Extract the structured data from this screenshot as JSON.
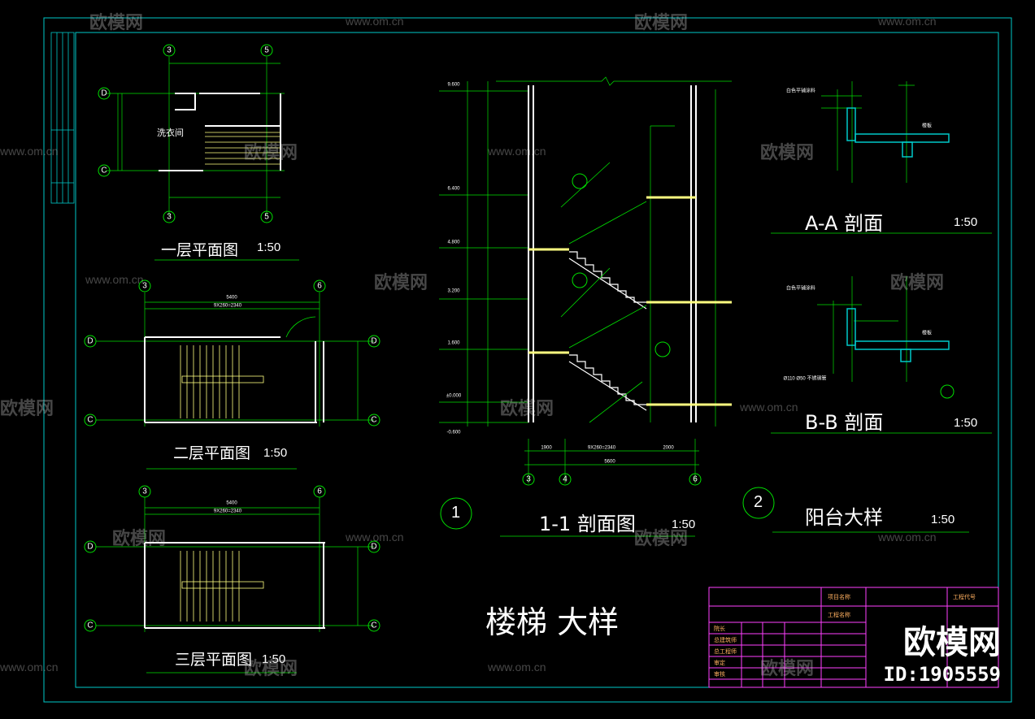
{
  "titles": {
    "plan1": "一层平面图",
    "plan2": "二层平面图",
    "plan3": "三层平面图",
    "section11": "1-1    剖面图",
    "sectionAA": "A-A    剖面",
    "sectionBB": "B-B    剖面",
    "balcony": "阳台大样",
    "stair_detail": "楼梯  大样"
  },
  "scales": {
    "plan1": "1:50",
    "plan2": "1:50",
    "plan3": "1:50",
    "section11": "1:50",
    "sectionAA": "1:50",
    "sectionBB": "1:50",
    "balcony": "1:50"
  },
  "markers": {
    "section11_num": "1",
    "balcony_num": "2"
  },
  "plan_labels": {
    "room1": "洗衣间",
    "dim_total": "5400",
    "dim_stair": "9X260=2340",
    "grid_3": "3",
    "grid_4": "4",
    "grid_5": "5",
    "grid_6": "6",
    "grid_C": "C",
    "grid_D": "D"
  },
  "section_dims": {
    "bottom_total": "5600",
    "bottom_stair": "9X260=2340",
    "bottom_left": "1900",
    "bottom_right": "2000"
  },
  "elevations": [
    "9.600",
    "6.400",
    "4.800",
    "3.200",
    "1.600",
    "±0.000",
    "-0.600"
  ],
  "detail_labels": {
    "aa_note": "白色平铺涂料",
    "bb_note": "白色平铺涂料",
    "bb_pipe": "Ø110 Ø50 不锈钢管",
    "floor": "楼板"
  },
  "title_block": {
    "r1": "项目名称",
    "r2": "工程名称",
    "r3": "工程代号",
    "c1": "院长",
    "c2": "总建筑师",
    "c3": "总工程师",
    "c4": "审定",
    "c5": "审核"
  },
  "watermark": {
    "brand": "欧模网",
    "url": "www.om.cn",
    "logo": "欧模网",
    "id": "ID:1905559"
  },
  "colors": {
    "frame": "#00c8c8",
    "lines": "#00e000",
    "walls": "#ffffff",
    "stairs": "#ffff80",
    "title_block": "#ff40ff",
    "background": "#000000"
  }
}
